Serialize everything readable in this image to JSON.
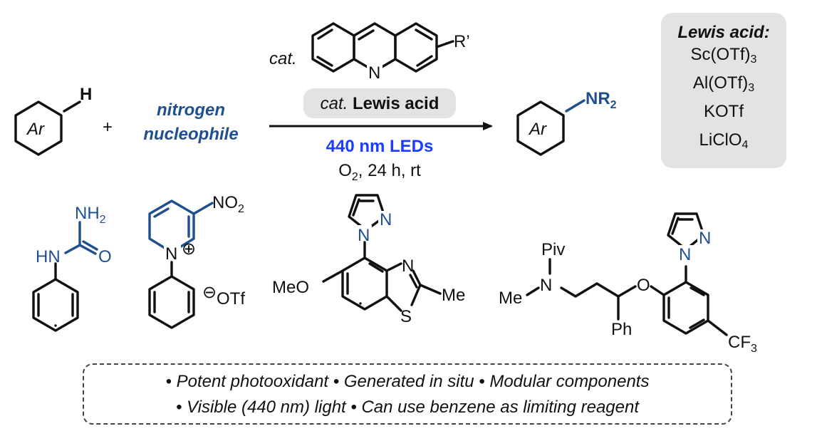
{
  "reactants": {
    "arene_label": "Ar",
    "arene_h": "H",
    "plus": "+",
    "nucleophile_line1": "nitrogen",
    "nucleophile_line2": "nucleophile"
  },
  "conditions": {
    "cat_label": "cat.",
    "acridine_n": "N",
    "acridine_substituent": "R’",
    "lewis_acid_pill_prefix": "cat.",
    "lewis_acid_pill_text": "Lewis acid",
    "light": "440 nm LEDs",
    "o2": "O",
    "o2_sub": "2",
    "time_temp": ", 24 h, rt"
  },
  "product": {
    "arene_label": "Ar",
    "nr2": "NR",
    "nr2_sub": "2"
  },
  "lewis_acids": {
    "title": "Lewis acid:",
    "items": [
      {
        "main": "Sc(OTf)",
        "sub": "3"
      },
      {
        "main": "Al(OTf)",
        "sub": "3"
      },
      {
        "main": "KOTf",
        "sub": ""
      },
      {
        "main": "LiClO",
        "sub": "4"
      }
    ]
  },
  "examples": {
    "urea": {
      "nh2": "NH",
      "nh2_sub": "2",
      "hn": "HN",
      "o": "O"
    },
    "pyridinium": {
      "no2": "NO",
      "no2_sub": "2",
      "n": "N",
      "plus": "⊕",
      "minus": "⊖",
      "otf": "OTf"
    },
    "benzothiazole": {
      "meo": "MeO",
      "n_pyrazole": "N",
      "n_pyrazole_2": "N",
      "n_thiazole": "N",
      "s": "S",
      "me": "Me"
    },
    "drug": {
      "piv": "Piv",
      "n": "N",
      "me": "Me",
      "o": "O",
      "ph": "Ph",
      "n_pyrazole": "N",
      "n_pyrazole_2": "N",
      "cf3": "CF",
      "cf3_sub": "3"
    }
  },
  "features": {
    "line1": "• Potent photooxidant  • Generated in situ  • Modular components",
    "line2": "• Visible (440 nm) light  • Can use benzene as limiting reagent"
  },
  "colors": {
    "blue": "#1f4f8f",
    "bright_blue": "#1a3dff",
    "gray_box": "#e3e3e3"
  }
}
